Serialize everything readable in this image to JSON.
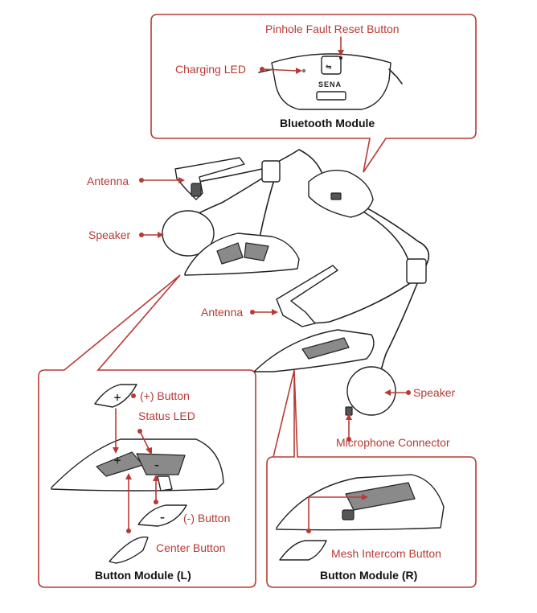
{
  "labels": {
    "pinhole_fault_reset_button": "Pinhole Fault Reset Button",
    "charging_led": "Charging LED",
    "bluetooth_module": "Bluetooth Module",
    "antenna_left": "Antenna",
    "speaker_left": "Speaker",
    "antenna_right": "Antenna",
    "speaker_right": "Speaker",
    "microphone_connector": "Microphone Connector",
    "plus_button": "(+) Button",
    "status_led": "Status LED",
    "minus_button": "(-) Button",
    "center_button": "Center Button",
    "button_module_l": "Button Module (L)",
    "mesh_intercom_button": "Mesh Intercom Button",
    "button_module_r": "Button Module (R)",
    "logo": "SENA"
  },
  "symbols": {
    "plus": "+",
    "minus": "–"
  },
  "colors": {
    "accent": "#b83a34",
    "line": "#222222"
  }
}
